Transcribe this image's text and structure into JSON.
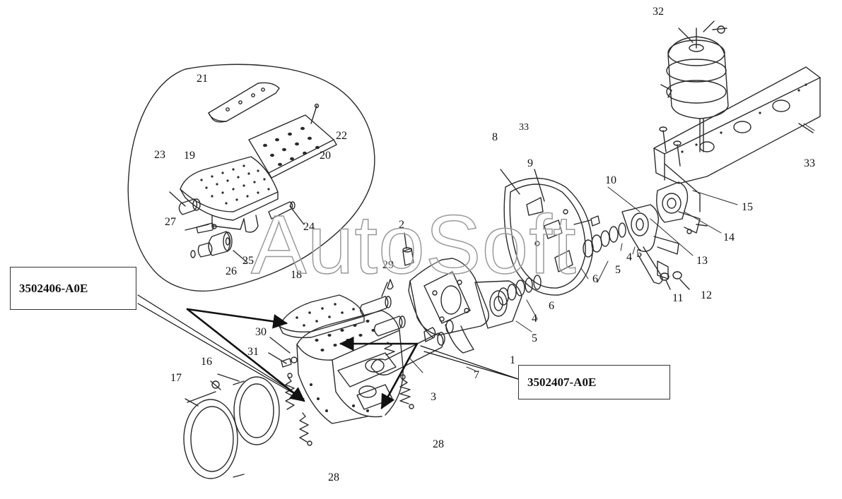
{
  "watermark": "AutoSoft",
  "part_numbers": {
    "left": "3502406-A0E",
    "right": "3502407-A0E"
  },
  "callouts": {
    "c1": "1",
    "c2": "2",
    "c3": "3",
    "c4a": "4",
    "c4b": "4",
    "c5a": "5",
    "c5b": "5",
    "c5c": "5",
    "c6a": "6",
    "c6b": "6",
    "c7": "7",
    "c8": "8",
    "c9": "9",
    "c10": "10",
    "c11": "11",
    "c12": "12",
    "c13": "13",
    "c14": "14",
    "c15": "15",
    "c16": "16",
    "c17": "17",
    "c18": "18",
    "c19": "19",
    "c20": "20",
    "c21": "21",
    "c22": "22",
    "c23": "23",
    "c24": "24",
    "c25": "25",
    "c26": "26",
    "c27": "27",
    "c28a": "28",
    "c28b": "28",
    "c29": "29",
    "c30": "30",
    "c31": "31",
    "c32": "32",
    "c33": "33",
    "c33b": "33"
  },
  "colors": {
    "line": "#2a2a2a",
    "box_border": "#333333"
  }
}
